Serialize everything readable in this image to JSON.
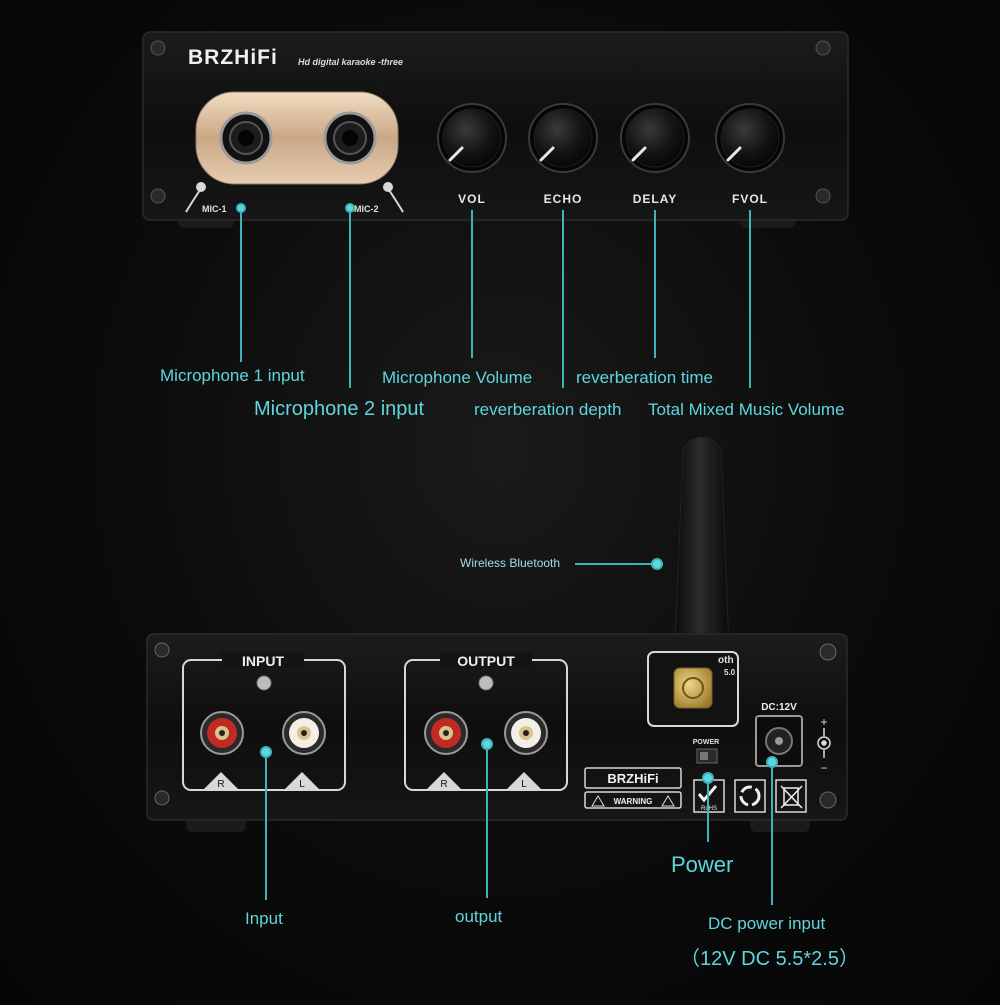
{
  "front_panel": {
    "brand": "BRZHiFi",
    "model": "Hd digital karaoke -three",
    "mic1_label": "MIC-1",
    "mic2_label": "MIC-2",
    "knobs": [
      "VOL",
      "ECHO",
      "DELAY",
      "FVOL"
    ]
  },
  "rear_panel": {
    "input_label": "INPUT",
    "output_label": "OUTPUT",
    "channel_r": "R",
    "channel_l": "L",
    "bluetooth_text": "oth",
    "bluetooth_version": "5.0",
    "power_switch": "POWER",
    "dc_label": "DC:12V",
    "brand": "BRZHiFi",
    "warning": "WARNING",
    "rohs": "RoHS",
    "plus": "+",
    "minus": "−"
  },
  "callouts": {
    "mic1": "Microphone 1 input",
    "mic2": "Microphone 2 input",
    "vol": "Microphone Volume",
    "echo": "reverberation depth",
    "delay": "reverberation time",
    "fvol": "Total Mixed Music Volume",
    "bluetooth": "Wireless Bluetooth",
    "input": "Input",
    "output": "output",
    "power": "Power",
    "dc_input": "DC power input",
    "dc_spec": "（12V DC 5.5*2.5）"
  },
  "colors": {
    "accent": "#5fd6dc",
    "chassis": "#0e0e0e",
    "panel_text": "#e8e8e8",
    "rca_red": "#b0201c",
    "gold": "#c9a84f"
  }
}
